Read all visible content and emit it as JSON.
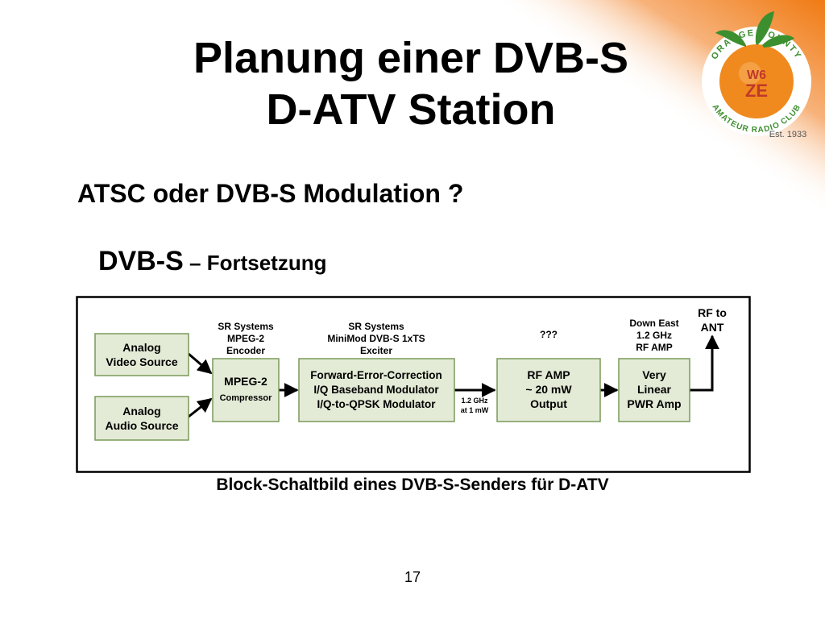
{
  "slide": {
    "title_line1": "Planung einer DVB-S",
    "title_line2": "D-ATV Station",
    "subtitle": "ATSC oder DVB-S Modulation ?",
    "sub2_main": "DVB-S",
    "sub2_suffix": " – Fortsetzung",
    "caption": "Block-Schaltbild eines DVB-S-Senders für D-ATV",
    "page_number": "17"
  },
  "logo": {
    "top_text": "ORANGE COUNTY",
    "bottom_text": "AMATEUR RADIO CLUB",
    "call_top": "W6",
    "call_bottom": "ZE",
    "established": "Est. 1933",
    "colors": {
      "orange": "#f08a1e",
      "green": "#3c8f2e",
      "red": "#c0392b"
    }
  },
  "diagram": {
    "box_fill": "#e3ebd6",
    "box_stroke": "#7a9a5a",
    "blocks": {
      "video_source": [
        "Analog",
        "Video Source"
      ],
      "audio_source": [
        "Analog",
        "Audio Source"
      ],
      "mpeg2": [
        "MPEG-2",
        "Compressor"
      ],
      "fec": [
        "Forward-Error-Correction",
        "I/Q Baseband Modulator",
        "I/Q-to-QPSK Modulator"
      ],
      "rf_amp": [
        "RF AMP",
        "~ 20 mW",
        "Output"
      ],
      "pwr_amp": [
        "Very",
        "Linear",
        "PWR Amp"
      ]
    },
    "labels": {
      "mpeg2_above": [
        "SR Systems",
        "MPEG-2",
        "Encoder"
      ],
      "fec_above": [
        "SR Systems",
        "MiniMod DVB-S 1xTS",
        "Exciter"
      ],
      "rf_amp_above": [
        "???"
      ],
      "pwr_amp_above": [
        "Down East",
        "1.2 GHz",
        "RF AMP"
      ],
      "output": [
        "RF to",
        "ANT"
      ],
      "link": [
        "1.2 GHz",
        "at 1 mW"
      ]
    }
  }
}
